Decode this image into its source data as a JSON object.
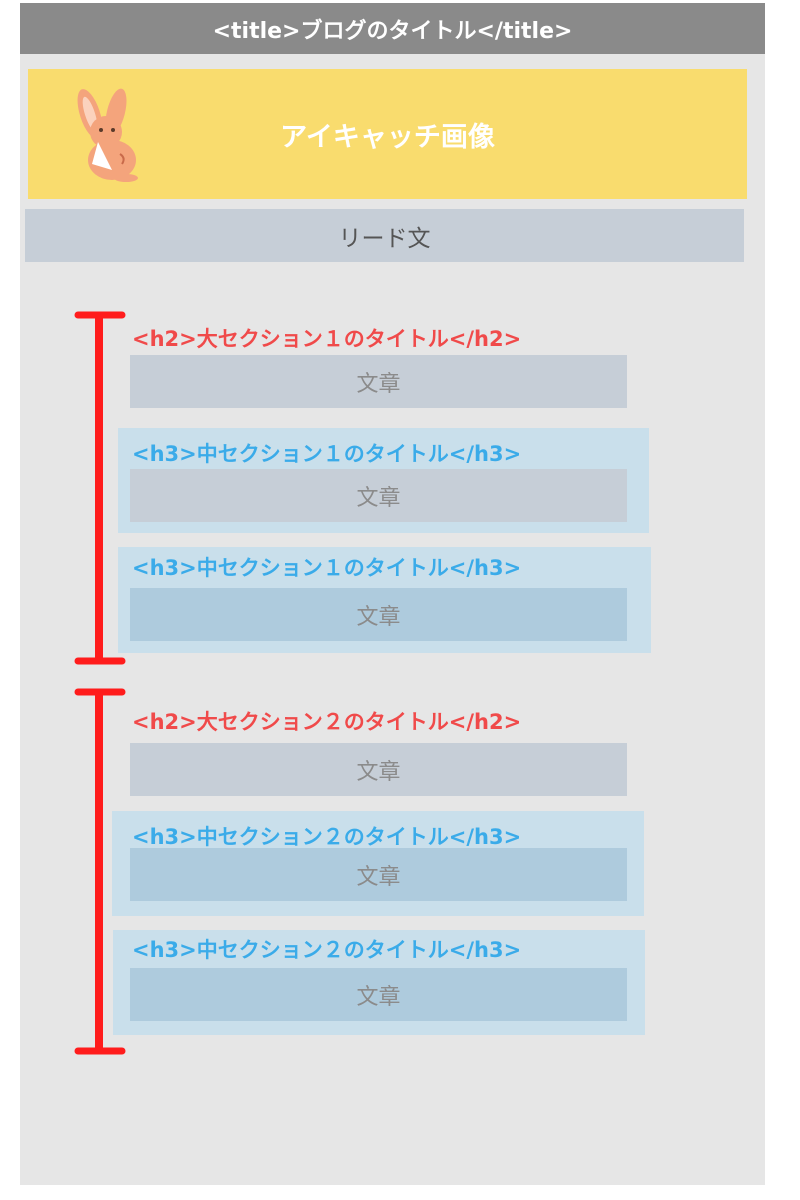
{
  "title_bar": "<title>ブログのタイトル</title>",
  "eyecatch": {
    "label": "アイキャッチ画像",
    "image_icon": "rabbit-illustration"
  },
  "lead": "リード文",
  "body_text": "文章",
  "colors": {
    "h2": "#f04a4a",
    "h3": "#3aabe9",
    "bracket": "#ff1c1c",
    "eyecatch_bg": "#f9dc6e"
  },
  "sections": [
    {
      "h2": "<h2>大セクション１のタイトル</h2>",
      "subsections": [
        {
          "h3": "<h3>中セクション１のタイトル</h3>"
        },
        {
          "h3": "<h3>中セクション１のタイトル</h3>"
        }
      ]
    },
    {
      "h2": "<h2>大セクション２のタイトル</h2>",
      "subsections": [
        {
          "h3": "<h3>中セクション２のタイトル</h3>"
        },
        {
          "h3": "<h3>中セクション２のタイトル</h3>"
        }
      ]
    }
  ]
}
